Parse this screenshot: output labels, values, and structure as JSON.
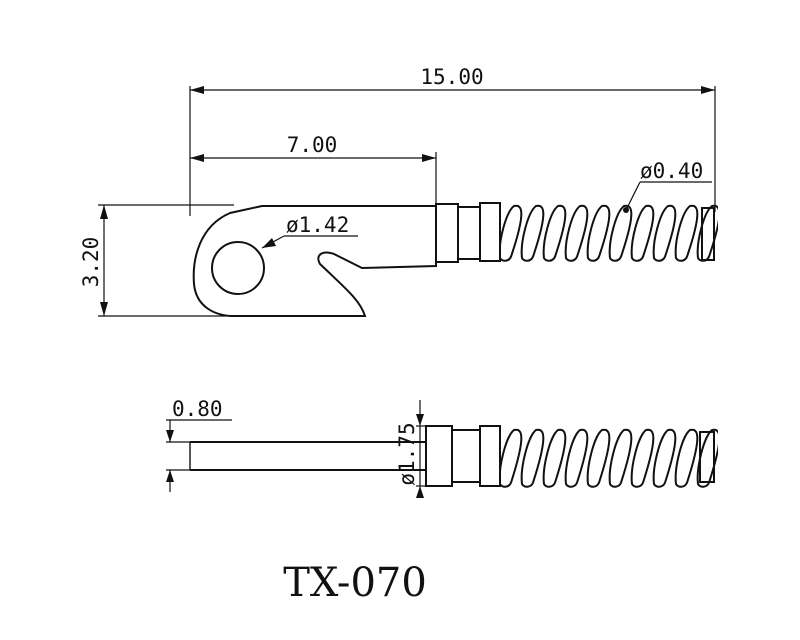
{
  "dimensions": {
    "overall_length": "15.00",
    "hook_length": "7.00",
    "height": "3.20",
    "hole_diameter": "ø1.42",
    "wire_diameter": "ø0.40",
    "thickness": "0.80",
    "barrel_diameter": "ø1.75"
  },
  "part_number": "TX-070",
  "colors": {
    "line": "#111111",
    "background": "#ffffff"
  }
}
